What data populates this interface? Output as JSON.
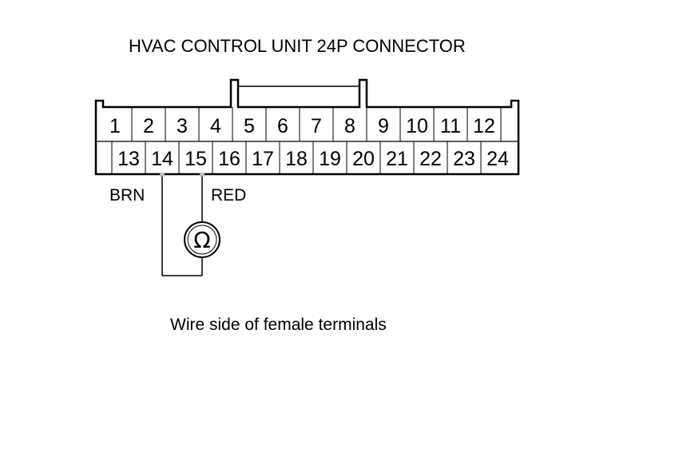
{
  "diagram": {
    "title": "HVAC CONTROL UNIT 24P CONNECTOR",
    "caption": "Wire side of female terminals",
    "row1_pins": [
      "1",
      "2",
      "3",
      "4",
      "5",
      "6",
      "7",
      "8",
      "9",
      "10",
      "11",
      "12"
    ],
    "row2_pins": [
      "13",
      "14",
      "15",
      "16",
      "17",
      "18",
      "19",
      "20",
      "21",
      "22",
      "23",
      "24"
    ],
    "probe_a_label": "BRN",
    "probe_b_label": "RED",
    "meter_symbol": "Ω",
    "meter_icon": "ohmmeter-icon",
    "line_color": "#000000"
  }
}
